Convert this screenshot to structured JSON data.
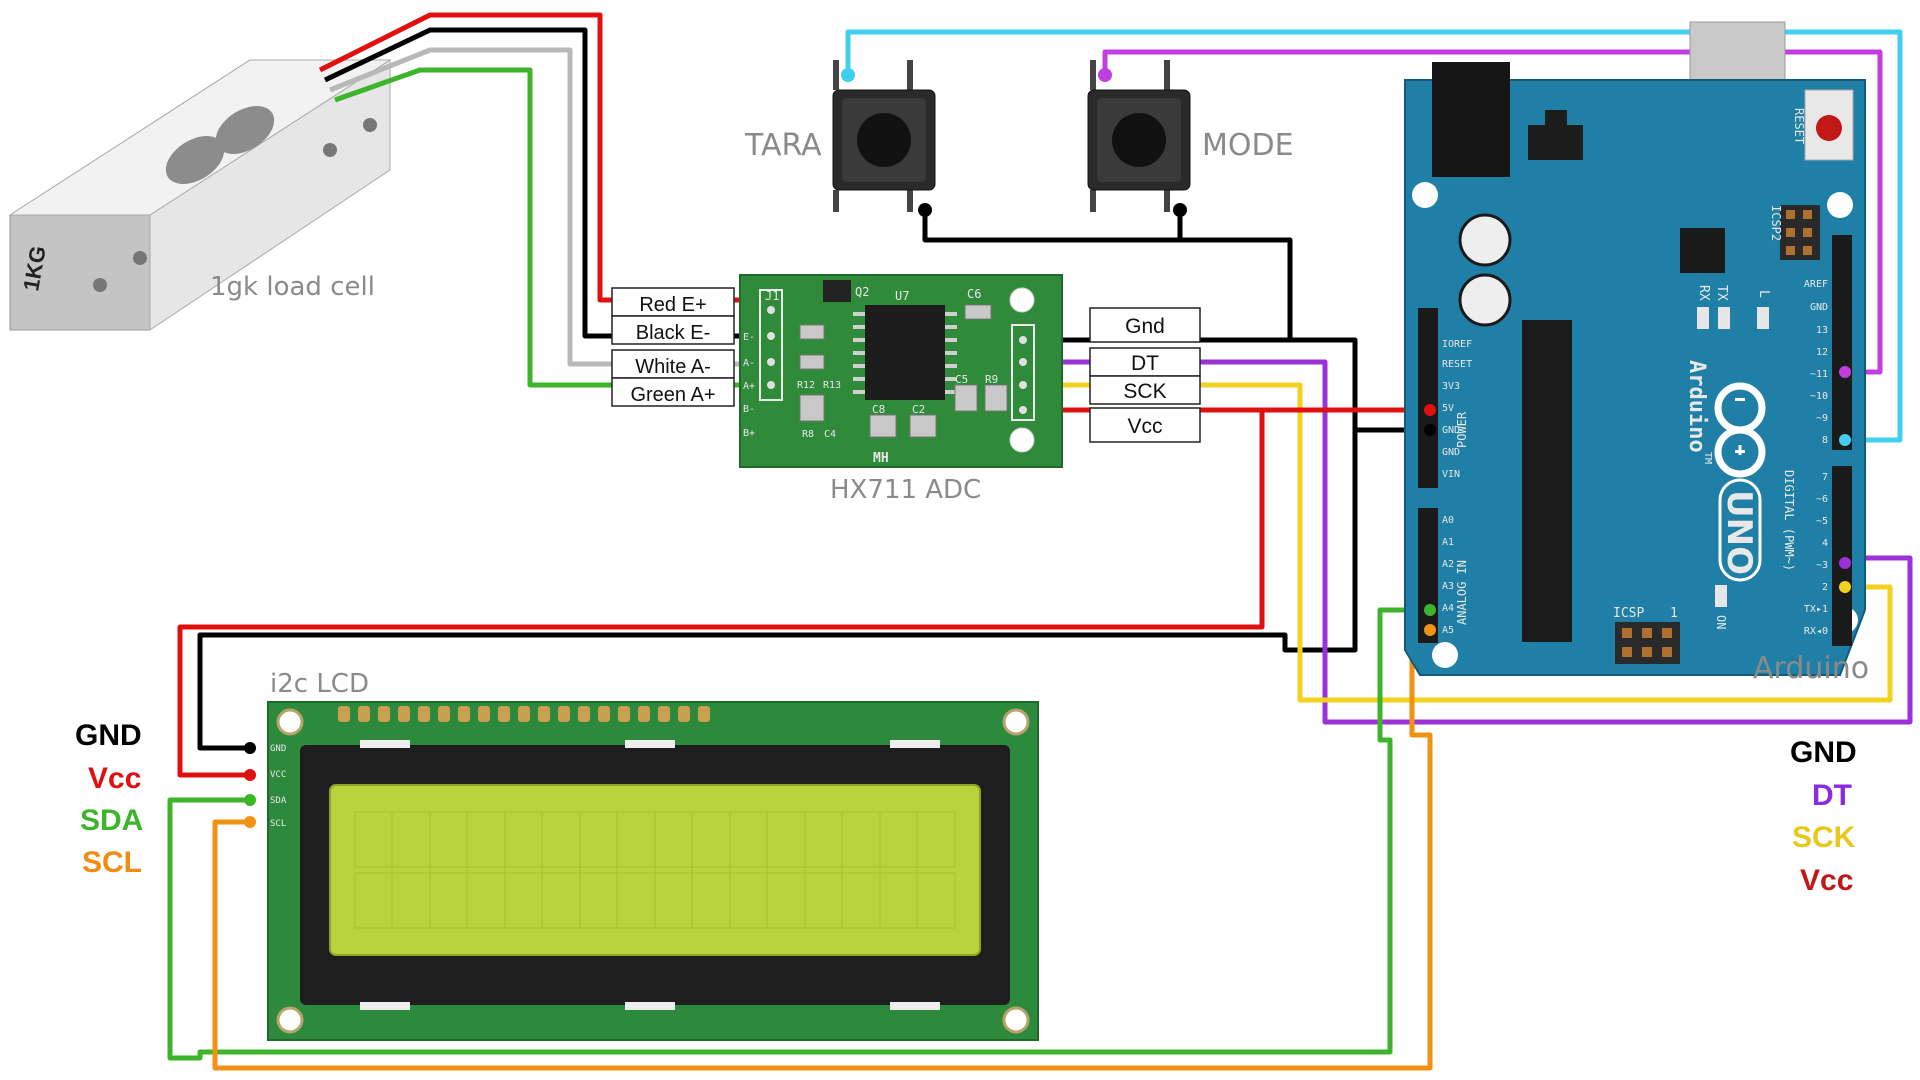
{
  "labels": {
    "load_cell": "1gk load cell",
    "load_cell_marking": "1KG",
    "hx711": "HX711 ADC",
    "hx711_silk": "MH",
    "lcd": "i2c LCD",
    "arduino": "Arduino",
    "tara": "TARA",
    "mode": "MODE"
  },
  "hx711_inputs": [
    "Red E+",
    "Black E-",
    "White A-",
    "Green A+"
  ],
  "hx711_outputs": [
    "Gnd",
    "DT",
    "SCK",
    "Vcc"
  ],
  "hx711_silk": {
    "j1": "J1",
    "u7": "U7",
    "q2": "Q2",
    "c6": "C6",
    "c5": "C5",
    "r9": "R9",
    "c8": "C8",
    "c2": "C2",
    "r12": "R12",
    "r13": "R13",
    "r8": "R8",
    "c4": "C4",
    "e_minus": "E-",
    "a_minus": "A-",
    "a_plus": "A+",
    "b_minus": "B-",
    "b_plus": "B+"
  },
  "lcd_pins": [
    "GND",
    "VCC",
    "SDA",
    "SCL"
  ],
  "lcd_legend": [
    {
      "text": "GND",
      "color": "#000000"
    },
    {
      "text": "Vcc",
      "color": "#e01010"
    },
    {
      "text": "SDA",
      "color": "#3cb52a"
    },
    {
      "text": "SCL",
      "color": "#f08c12"
    }
  ],
  "arduino_legend": [
    {
      "text": "GND",
      "color": "#000000"
    },
    {
      "text": "DT",
      "color": "#8a2be2"
    },
    {
      "text": "SCK",
      "color": "#e8c81a"
    },
    {
      "text": "Vcc",
      "color": "#c01818"
    }
  ],
  "arduino_text": {
    "reset": "RESET",
    "icsp2": "ICSP2",
    "icsp": "ICSP",
    "icsp_num": "1",
    "tx": "TX",
    "rx": "RX",
    "l": "L",
    "on": "ON",
    "brand": "Arduino",
    "tm": "TM",
    "uno": "UNO",
    "digital": "DIGITAL (PWM~)",
    "power": "POWER",
    "analog": "ANALOG IN",
    "power_pins": [
      "IOREF",
      "RESET",
      "3V3",
      "5V",
      "GND",
      "GND",
      "VIN"
    ],
    "analog_pins": [
      "A0",
      "A1",
      "A2",
      "A3",
      "A4",
      "A5"
    ],
    "digital_pins_top": [
      "AREF",
      "GND",
      "13",
      "12",
      "~11",
      "~10",
      "~9",
      "8"
    ],
    "digital_pins_bottom": [
      "7",
      "~6",
      "~5",
      "4",
      "~3",
      "2",
      "TX▸1",
      "RX◂0"
    ]
  },
  "colors": {
    "red": "#e01010",
    "black": "#000000",
    "white_wire": "#b8b8b8",
    "green": "#3cb52a",
    "cyan": "#3fd0f0",
    "magenta": "#c23ee0",
    "purple": "#9a32d8",
    "yellow": "#f2d21e",
    "orange": "#f29212",
    "arduino_blue": "#1f7fa6",
    "hx711_green": "#2f8a3a",
    "lcd_pcb": "#2d8a3c",
    "lcd_screen": "#b9d33c"
  }
}
